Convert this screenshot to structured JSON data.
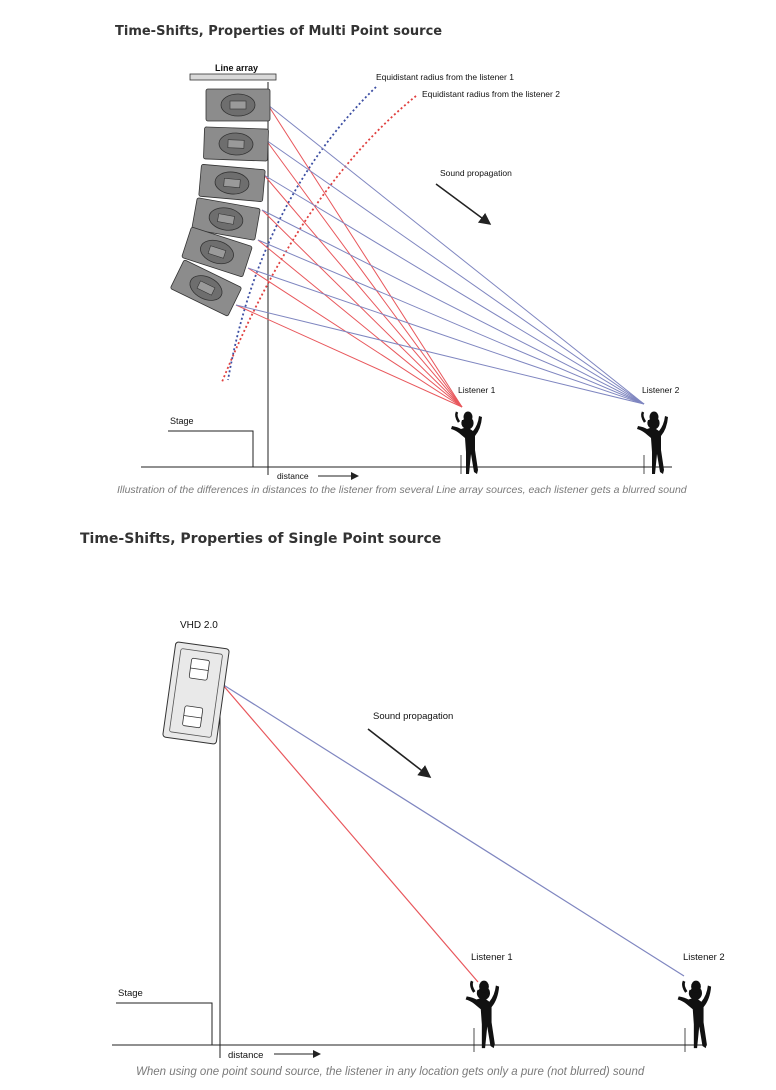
{
  "figure_top": {
    "heading": "Time-Shifts, Properties of Multi Point source",
    "line_array_label": "Line array",
    "radius_label_1": "Equidistant radius from the listener 1",
    "radius_label_2": "Equidistant radius from the listener 2",
    "propagation_label": "Sound propagation",
    "listener_1_label": "Listener 1",
    "listener_2_label": "Listener 2",
    "stage_label": "Stage",
    "distance_label": "distance",
    "caption": "Illustration of the differences in distances to the listener from several Line array sources, each listener gets a blurred sound"
  },
  "figure_bottom": {
    "heading": "Time-Shifts, Properties of Single Point source",
    "speaker_label": "VHD 2.0",
    "propagation_label": "Sound propagation",
    "listener_1_label": "Listener 1",
    "listener_2_label": "Listener 2",
    "stage_label": "Stage",
    "distance_label": "distance",
    "caption": "When using one point sound source, the listener in any location gets only a pure (not blurred) sound"
  },
  "colors": {
    "listener_1_ray": "#e8575c",
    "listener_2_ray": "#7f86c0",
    "radius_1": "#3d4fa3",
    "radius_2": "#e0403f",
    "speaker_body": "#8a8a8a"
  }
}
